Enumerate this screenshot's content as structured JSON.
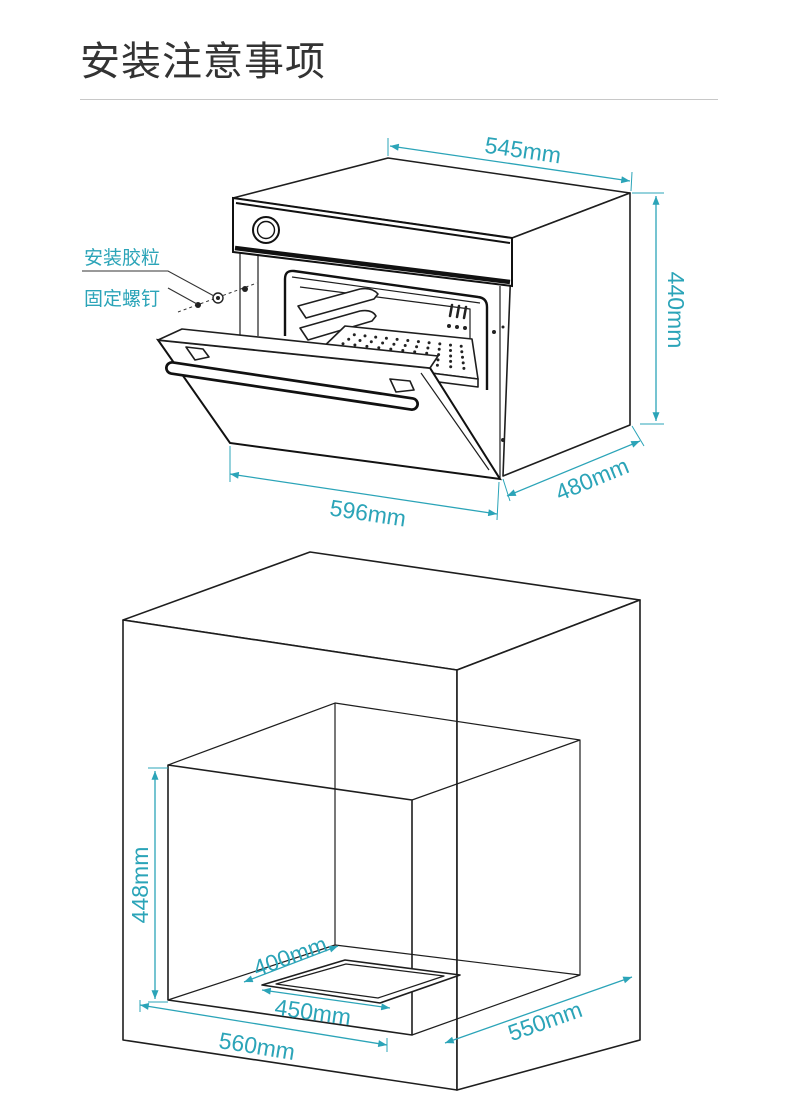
{
  "page": {
    "title": "安装注意事项"
  },
  "colors": {
    "accent": "#2ba4b8",
    "ink": "#1e1e1e",
    "title": "#333333",
    "rule": "#c8c8c8"
  },
  "oven_diagram": {
    "labels": {
      "rubber_plug": "安装胶粒",
      "fixing_screw": "固定螺钉"
    },
    "dimensions": {
      "top_width": "545mm",
      "height": "440mm",
      "depth": "480mm",
      "front_width": "596mm"
    }
  },
  "cabinet_diagram": {
    "dimensions": {
      "height": "448mm",
      "vent_depth": "400mm",
      "vent_width": "450mm",
      "width": "560mm",
      "depth": "550mm"
    }
  }
}
